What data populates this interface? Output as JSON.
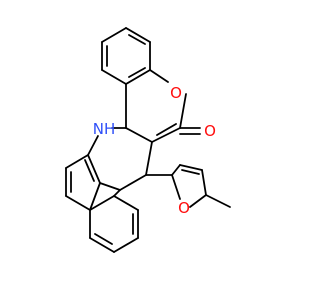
{
  "molecule": {
    "atoms": {
      "oxygen_ring": "O",
      "oxygen_carbonyl": "O",
      "oxygen_furan": "O",
      "nitrogen_h": "NH"
    },
    "colors": {
      "bond": "#000000",
      "oxygen": "#ff0d0d",
      "nitrogen": "#3050f8",
      "background": "#ffffff"
    }
  }
}
